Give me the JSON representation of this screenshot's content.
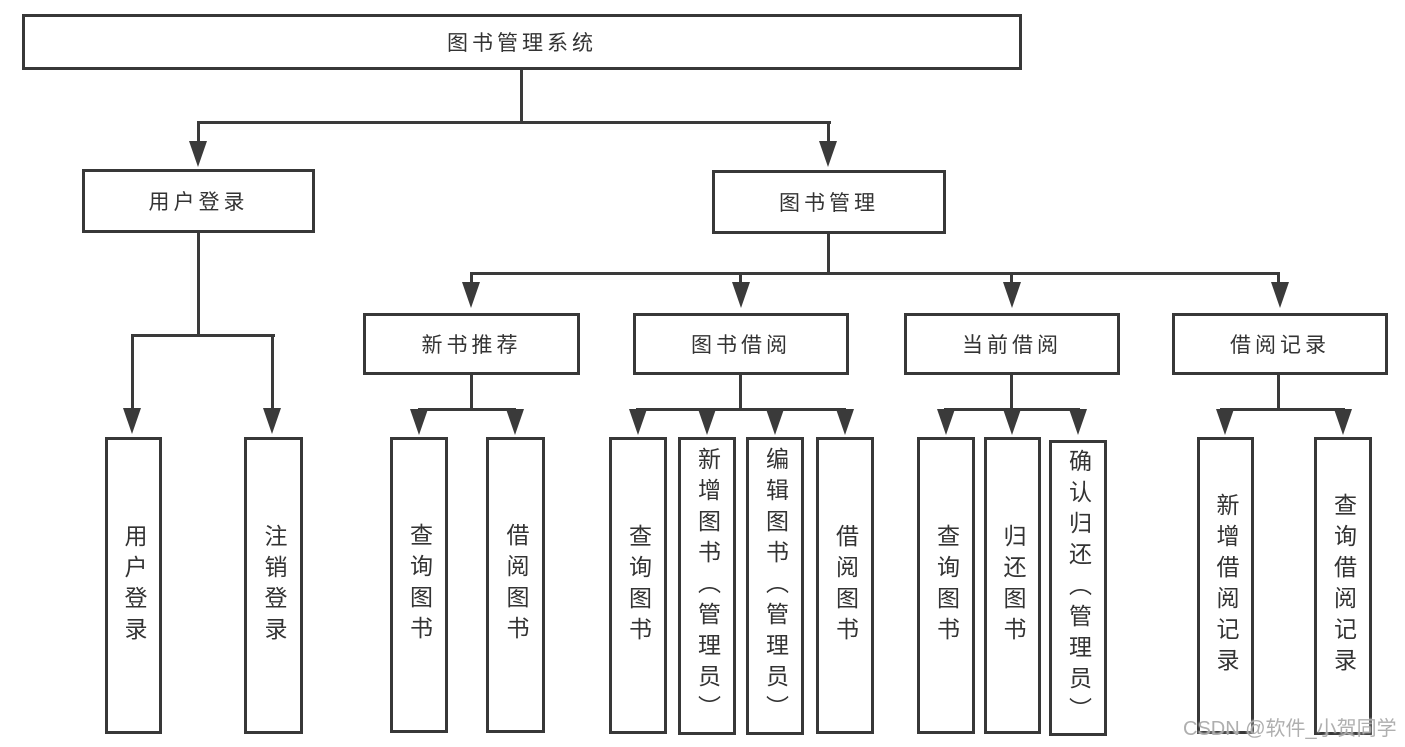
{
  "diagram": {
    "root": {
      "label": "图书管理系统"
    },
    "branches": {
      "user_login": {
        "label": "用户登录",
        "children": {
          "login": {
            "label": "用户登录"
          },
          "logout": {
            "label": "注销登录"
          }
        }
      },
      "book_management": {
        "label": "图书管理",
        "children": {
          "new_book_recommend": {
            "label": "新书推荐",
            "children": {
              "query_books": {
                "label": "查询图书"
              },
              "borrow_books": {
                "label": "借阅图书"
              }
            }
          },
          "book_borrowing": {
            "label": "图书借阅",
            "children": {
              "query_books": {
                "label": "查询图书"
              },
              "add_books": {
                "label": "新增图书（管理员）"
              },
              "edit_books": {
                "label": "编辑图书（管理员）"
              },
              "borrow_books": {
                "label": "借阅图书"
              }
            }
          },
          "current_borrowing": {
            "label": "当前借阅",
            "children": {
              "query_books": {
                "label": "查询图书"
              },
              "return_books": {
                "label": "归还图书"
              },
              "confirm_return": {
                "label": "确认归还（管理员）"
              }
            }
          },
          "borrow_records": {
            "label": "借阅记录",
            "children": {
              "add_record": {
                "label": "新增借阅记录"
              },
              "query_record": {
                "label": "查询借阅记录"
              }
            }
          }
        }
      }
    }
  },
  "watermark": {
    "text": "CSDN @软件_小贺同学"
  },
  "colors": {
    "line": "#3a3a3a",
    "box_border": "#383838",
    "text": "#333333",
    "background": "#ffffff",
    "watermark": "#a8a8a8"
  }
}
